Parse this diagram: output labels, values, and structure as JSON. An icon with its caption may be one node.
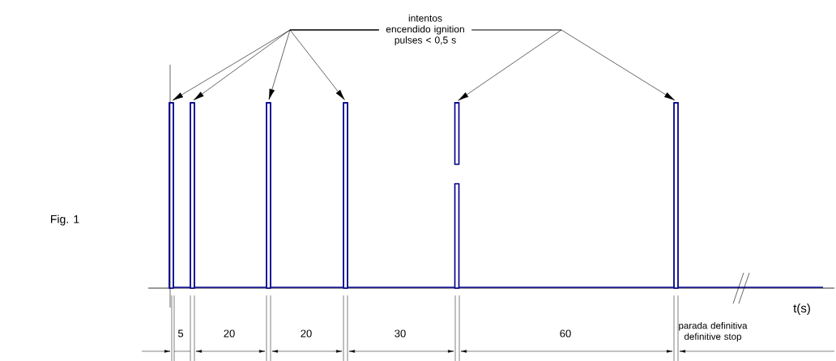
{
  "diagram": {
    "nodes": [
      {
        "text": [
          "intentos encendido ignition pulses < 0,5 s"
        ]
      },
      {
        "text": [],
        "shape": "bar"
      },
      {
        "text": [],
        "shape": "bar"
      },
      {
        "text": [],
        "shape": "bar"
      },
      {
        "text": [],
        "shape": "bar"
      },
      {
        "text": [],
        "shape": "bar"
      },
      {
        "text": [],
        "shape": "bar"
      }
    ],
    "edges": [
      {
        "from": 0,
        "to": 1,
        "arrow": "to"
      },
      {
        "from": 0,
        "to": 2,
        "arrow": "to"
      },
      {
        "from": 0,
        "to": 3,
        "arrow": "to"
      },
      {
        "from": 0,
        "to": 4,
        "arrow": "to"
      },
      {
        "from": 0,
        "to": 5,
        "arrow": "to"
      },
      {
        "from": 0,
        "to": 6,
        "arrow": "to"
      }
    ],
    "labels": [
      "Fig. 1",
      "5",
      "20",
      "20",
      "30",
      "60",
      "t(s)",
      "parada definitiva definitive stop"
    ]
  }
}
